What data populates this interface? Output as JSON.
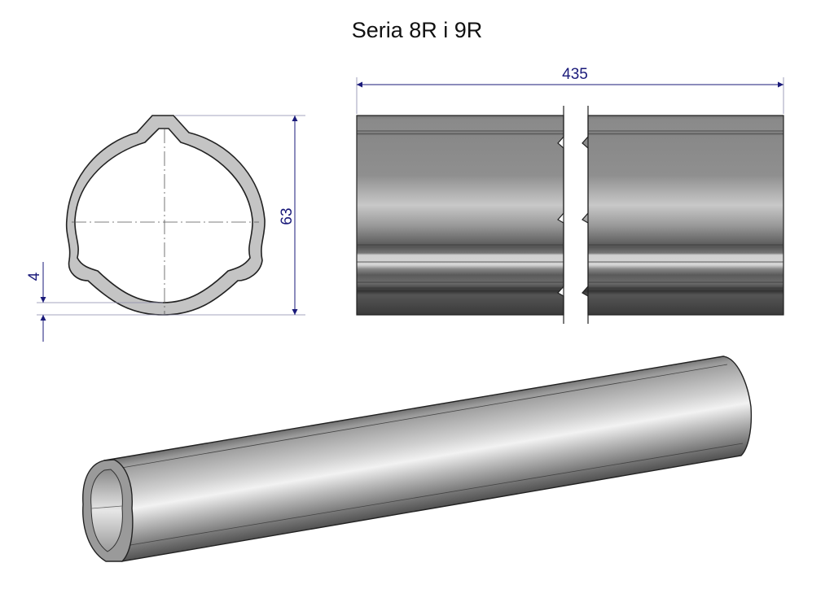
{
  "title": "Seria 8R i 9R",
  "dimensions": {
    "length": "435",
    "outer_height": "63",
    "wall_thickness": "4"
  },
  "colors": {
    "dimension": "#1a1a7a",
    "section_fill": "#c4c4c4",
    "outline": "#222222"
  }
}
